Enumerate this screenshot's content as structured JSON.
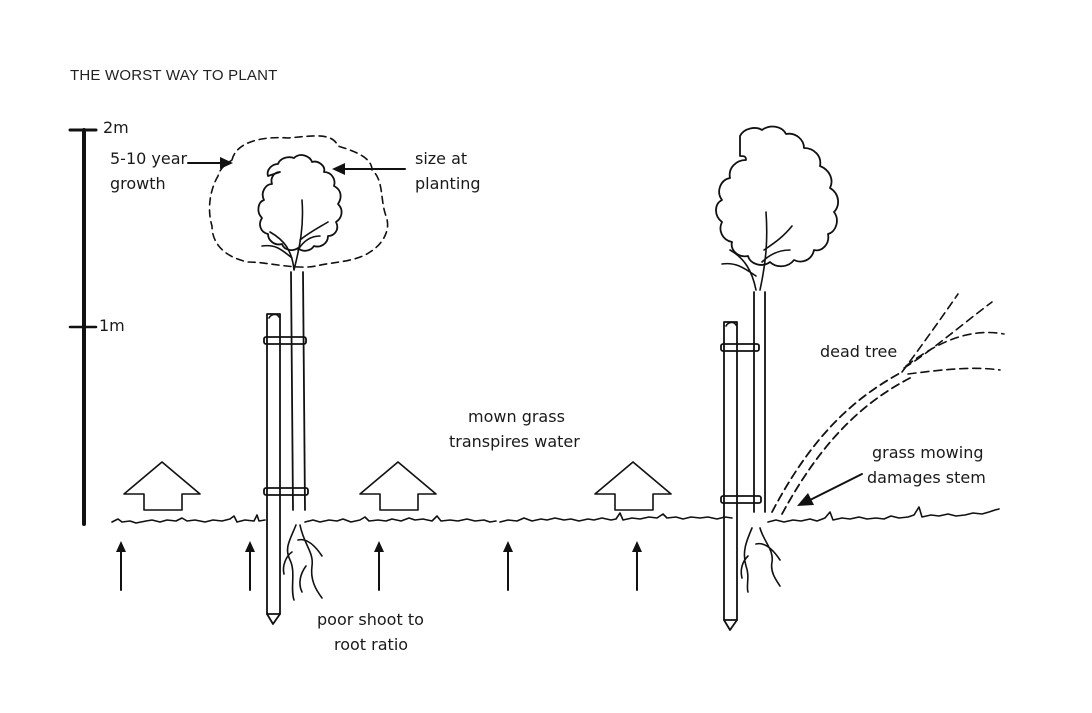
{
  "title": "THE WORST WAY TO PLANT",
  "scale": {
    "top_label": "2m",
    "mid_label": "1m"
  },
  "labels": {
    "growth": [
      "5-10 year",
      "growth"
    ],
    "planting": [
      "size at",
      "planting"
    ],
    "mown": [
      "mown grass",
      "transpires water"
    ],
    "roots": [
      "poor shoot to",
      "root ratio"
    ],
    "dead": "dead tree",
    "mowing": [
      "grass mowing",
      "damages stem"
    ]
  },
  "colors": {
    "ink": "#111111",
    "background": "#ffffff"
  }
}
